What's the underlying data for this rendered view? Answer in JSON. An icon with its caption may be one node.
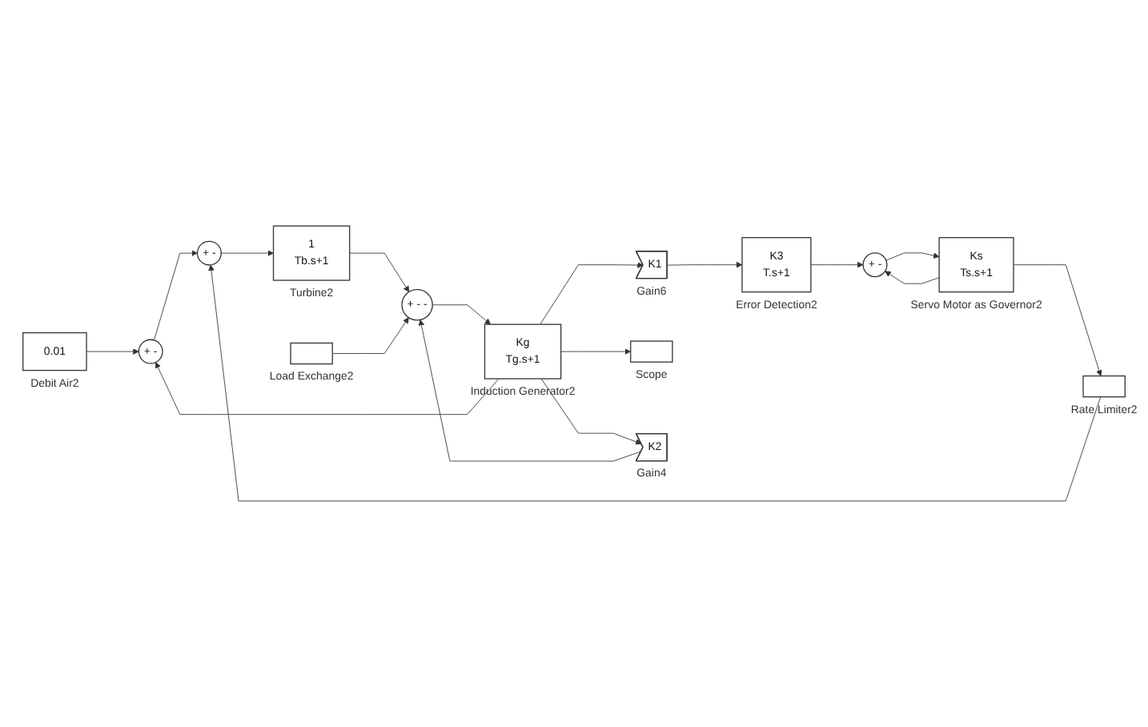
{
  "diagram": {
    "nodes": [
      {
        "text": [
          "0.01"
        ],
        "beside": [
          "Debit Air2"
        ]
      },
      {
        "text": [
          "+ -"
        ]
      },
      {
        "text": [
          "+ -"
        ]
      },
      {
        "text": [
          "1",
          "Tb.s+1"
        ],
        "beside": [
          "Turbine2"
        ]
      },
      {
        "text": [
          "+ - -"
        ]
      },
      {
        "text": [
          "Kg",
          "Tg.s+1"
        ],
        "beside": [
          "Induction Generator2"
        ]
      },
      {
        "text": [],
        "shape": "box",
        "beside": [
          "Load Exchange2"
        ]
      },
      {
        "text": [
          "K2"
        ],
        "beside": [
          "Gain4"
        ]
      },
      {
        "text": [],
        "shape": "box",
        "beside": [
          "Scope"
        ]
      },
      {
        "text": [
          "K1"
        ],
        "beside": [
          "Gain6"
        ]
      },
      {
        "text": [
          "K3",
          "T.s+1"
        ],
        "beside": [
          "Error Detection2"
        ]
      },
      {
        "text": [
          "+ -"
        ]
      },
      {
        "text": [
          "Ks",
          "Ts.s+1"
        ],
        "beside": [
          "Servo Motor as Governor2"
        ]
      },
      {
        "text": [],
        "shape": "box",
        "beside": [
          "Rate Limiter2"
        ]
      }
    ],
    "edges": [
      {
        "from": 0,
        "to": 1,
        "arrow": "to"
      },
      {
        "from": 1,
        "to": 2,
        "arrow": "to"
      },
      {
        "from": 2,
        "to": 3,
        "arrow": "to"
      },
      {
        "from": 3,
        "to": 4,
        "arrow": "to"
      },
      {
        "from": 6,
        "to": 4,
        "arrow": "to"
      },
      {
        "from": 4,
        "to": 5,
        "arrow": "to"
      },
      {
        "from": 5,
        "to": 7,
        "arrow": "to"
      },
      {
        "from": 5,
        "to": 8,
        "arrow": "to"
      },
      {
        "from": 5,
        "to": 9,
        "arrow": "to"
      },
      {
        "from": 7,
        "to": 4,
        "arrow": "to"
      },
      {
        "from": 9,
        "to": 10,
        "arrow": "to"
      },
      {
        "from": 10,
        "to": 11,
        "arrow": "to"
      },
      {
        "from": 11,
        "to": 12,
        "arrow": "to"
      },
      {
        "from": 12,
        "to": 13,
        "arrow": "to"
      },
      {
        "from": 12,
        "to": 11,
        "arrow": "to"
      },
      {
        "from": 13,
        "to": 2,
        "arrow": "to"
      },
      {
        "from": 5,
        "to": 1,
        "arrow": "to"
      }
    ]
  }
}
